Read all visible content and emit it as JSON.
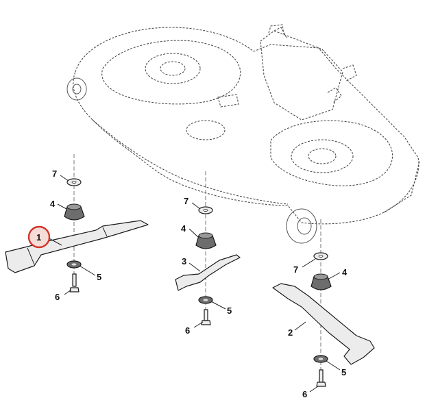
{
  "diagram": {
    "callouts": [
      {
        "id": "c1",
        "label": "1",
        "highlighted": true
      },
      {
        "id": "c7a",
        "label": "7"
      },
      {
        "id": "c4a",
        "label": "4"
      },
      {
        "id": "c5a",
        "label": "5"
      },
      {
        "id": "c6a",
        "label": "6"
      },
      {
        "id": "c7b",
        "label": "7"
      },
      {
        "id": "c4b",
        "label": "4"
      },
      {
        "id": "c3",
        "label": "3"
      },
      {
        "id": "c5b",
        "label": "5"
      },
      {
        "id": "c6b",
        "label": "6"
      },
      {
        "id": "c7c",
        "label": "7"
      },
      {
        "id": "c4c",
        "label": "4"
      },
      {
        "id": "c2",
        "label": "2"
      },
      {
        "id": "c5c",
        "label": "5"
      },
      {
        "id": "c6c",
        "label": "6"
      }
    ],
    "highlight_color": "#d0352a"
  }
}
